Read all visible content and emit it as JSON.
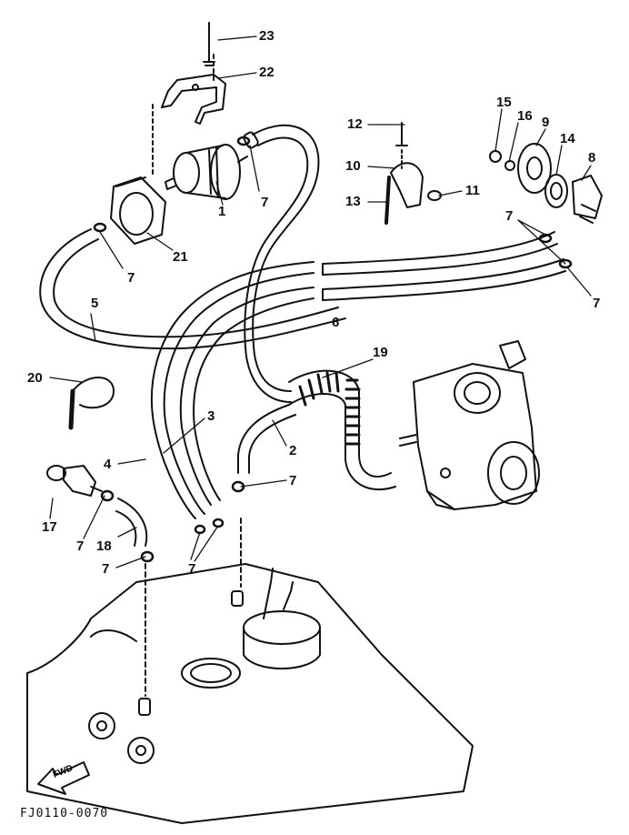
{
  "diagram": {
    "drawing_code": "FJ0110-0070",
    "direction_label": "FWD",
    "callouts": [
      {
        "id": "c23",
        "label": "23"
      },
      {
        "id": "c22",
        "label": "22"
      },
      {
        "id": "c12",
        "label": "12"
      },
      {
        "id": "c15",
        "label": "15"
      },
      {
        "id": "c16",
        "label": "16"
      },
      {
        "id": "c9",
        "label": "9"
      },
      {
        "id": "c14",
        "label": "14"
      },
      {
        "id": "c8",
        "label": "8"
      },
      {
        "id": "c10",
        "label": "10"
      },
      {
        "id": "c11",
        "label": "11"
      },
      {
        "id": "c13",
        "label": "13"
      },
      {
        "id": "c7a",
        "label": "7"
      },
      {
        "id": "c7b",
        "label": "7"
      },
      {
        "id": "c1",
        "label": "1"
      },
      {
        "id": "c21",
        "label": "21"
      },
      {
        "id": "c7c",
        "label": "7"
      },
      {
        "id": "c7d",
        "label": "7"
      },
      {
        "id": "c5",
        "label": "5"
      },
      {
        "id": "c6",
        "label": "6"
      },
      {
        "id": "c19",
        "label": "19"
      },
      {
        "id": "c20",
        "label": "20"
      },
      {
        "id": "c3",
        "label": "3"
      },
      {
        "id": "c2",
        "label": "2"
      },
      {
        "id": "c4",
        "label": "4"
      },
      {
        "id": "c7e",
        "label": "7"
      },
      {
        "id": "c17",
        "label": "17"
      },
      {
        "id": "c7f",
        "label": "7"
      },
      {
        "id": "c18",
        "label": "18"
      },
      {
        "id": "c7g",
        "label": "7"
      },
      {
        "id": "c7h",
        "label": "7"
      }
    ]
  },
  "colors": {
    "line": "#111111",
    "paper": "#ffffff",
    "shade": "#2a2a2a"
  }
}
